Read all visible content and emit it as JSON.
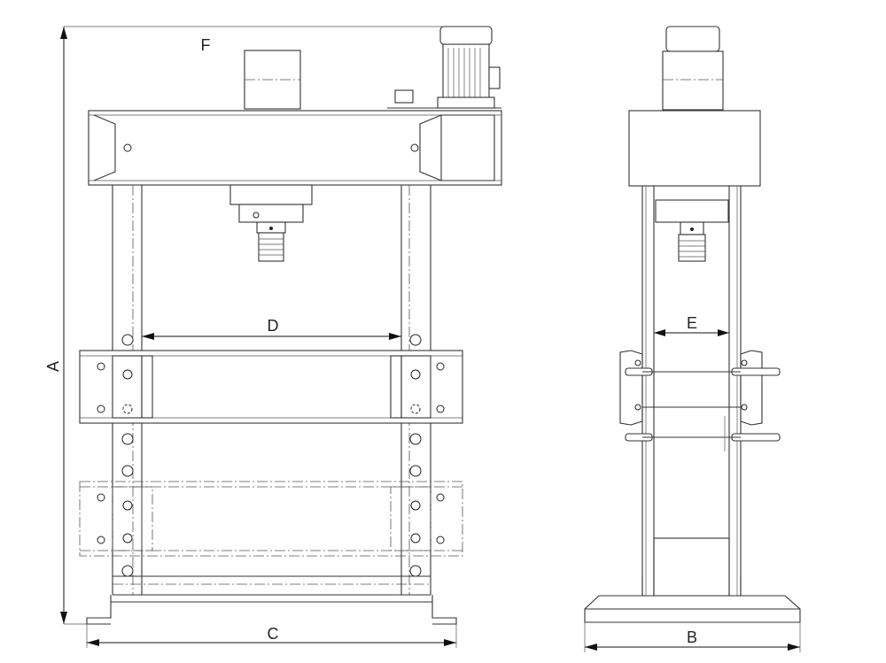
{
  "drawing": {
    "dimension_labels": {
      "A": "A",
      "B": "B",
      "C": "C",
      "D": "D",
      "E": "E",
      "F": "F"
    }
  },
  "colors": {
    "line": "#333333",
    "background": "#ffffff"
  }
}
